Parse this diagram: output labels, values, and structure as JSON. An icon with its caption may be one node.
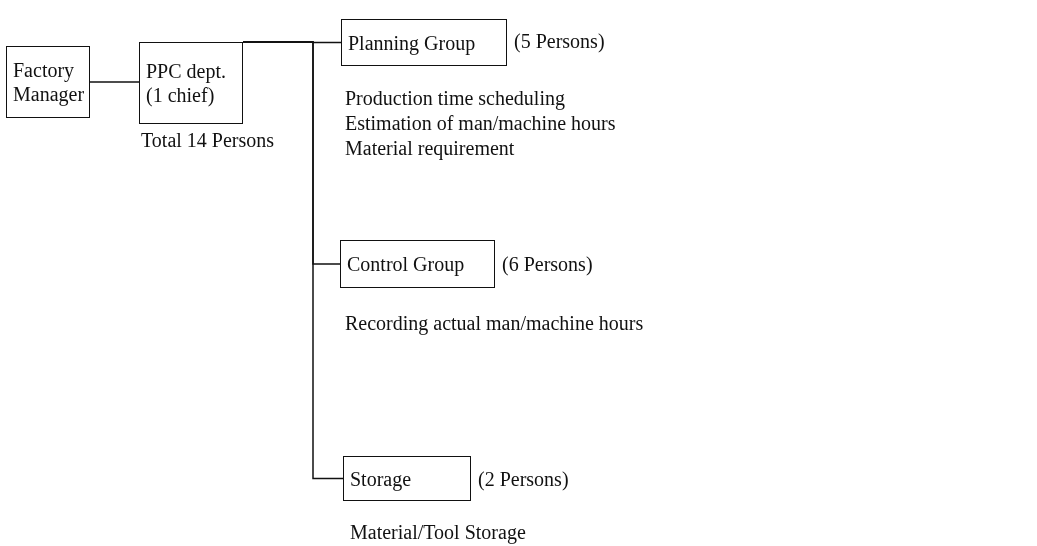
{
  "diagram": {
    "nodes": [
      {
        "text": [
          "Factory Manager"
        ]
      },
      {
        "text": [
          "PPC dept. (1 chief)"
        ],
        "beside": [
          "Total 14 Persons"
        ]
      },
      {
        "text": [
          "Planning Group"
        ],
        "beside": [
          "(5 Persons)",
          "Production time scheduling",
          "Estimation of man/machine hours",
          "Material requirement"
        ]
      },
      {
        "text": [
          "Control Group"
        ],
        "beside": [
          "(6 Persons)",
          "Recording actual man/machine hours"
        ]
      },
      {
        "text": [
          "Storage"
        ],
        "beside": [
          "(2 Persons)",
          "Material/Tool Storage"
        ]
      }
    ],
    "edges": [
      {
        "from": 0,
        "to": 1,
        "arrow": "none"
      },
      {
        "from": 1,
        "to": 2,
        "arrow": "none"
      },
      {
        "from": 1,
        "to": 3,
        "arrow": "none"
      },
      {
        "from": 1,
        "to": 4,
        "arrow": "none"
      }
    ]
  }
}
